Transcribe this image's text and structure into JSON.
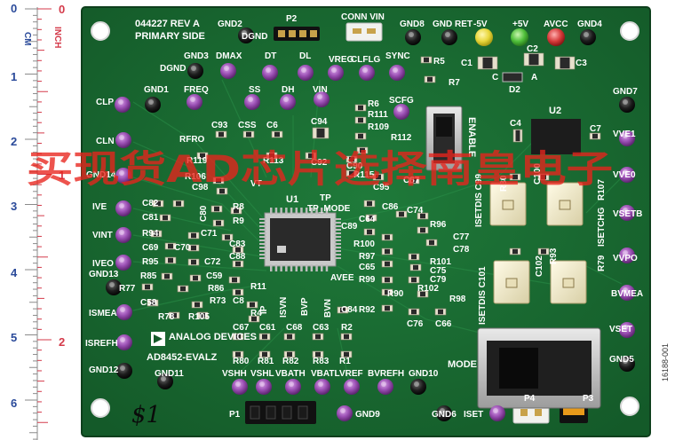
{
  "image": {
    "ruler": {
      "cm_unit": "CM",
      "inch_unit": "INCH",
      "cm_numbers": [
        "0",
        "1",
        "2",
        "3",
        "4",
        "5",
        "6"
      ],
      "inch_numbers": [
        "0",
        "1",
        "2"
      ]
    },
    "board": {
      "part_number": "044227 REV A",
      "side": "PRIMARY SIDE",
      "brand": "ANALOG DEVICES",
      "board_name": "AD8452-EVALZ",
      "figure_id": "16188-001",
      "handwritten_mark": "$1"
    },
    "watermark": "买现货AD芯片选择南皇电子",
    "chips": {
      "main": "U1",
      "secondary": "U2"
    },
    "switch_labels": {
      "enable": "ENABLE",
      "mode": "MODE"
    },
    "labels": [
      {
        "id": "gnd2",
        "text": "GND2"
      },
      {
        "id": "dgnd-top",
        "text": "DGND"
      },
      {
        "id": "p2",
        "text": "P2"
      },
      {
        "id": "conn-vin",
        "text": "CONN VIN"
      },
      {
        "id": "gnd8",
        "text": "GND8"
      },
      {
        "id": "gnd-ret",
        "text": "GND RET"
      },
      {
        "id": "neg5v",
        "text": "-5V"
      },
      {
        "id": "pos5v",
        "text": "+5V"
      },
      {
        "id": "avcc",
        "text": "AVCC"
      },
      {
        "id": "gnd4",
        "text": "GND4"
      },
      {
        "id": "gnd3",
        "text": "GND3"
      },
      {
        "id": "dmax",
        "text": "DMAX"
      },
      {
        "id": "dt",
        "text": "DT"
      },
      {
        "id": "dl",
        "text": "DL"
      },
      {
        "id": "vreg",
        "text": "VREG"
      },
      {
        "id": "clflg",
        "text": "CLFLG"
      },
      {
        "id": "sync",
        "text": "SYNC"
      },
      {
        "id": "r5",
        "text": "R5"
      },
      {
        "id": "c1",
        "text": "C1"
      },
      {
        "id": "c2",
        "text": "C2"
      },
      {
        "id": "c3",
        "text": "C3"
      },
      {
        "id": "c-lbl",
        "text": "C"
      },
      {
        "id": "a-lbl",
        "text": "A"
      },
      {
        "id": "d2",
        "text": "D2"
      },
      {
        "id": "dgnd-left",
        "text": "DGND"
      },
      {
        "id": "r7",
        "text": "R7"
      },
      {
        "id": "gnd1",
        "text": "GND1"
      },
      {
        "id": "freq",
        "text": "FREQ"
      },
      {
        "id": "ss",
        "text": "SS"
      },
      {
        "id": "dh",
        "text": "DH"
      },
      {
        "id": "vin",
        "text": "VIN"
      },
      {
        "id": "r6",
        "text": "R6"
      },
      {
        "id": "r111",
        "text": "R111"
      },
      {
        "id": "scfg",
        "text": "SCFG"
      },
      {
        "id": "gnd7",
        "text": "GND7"
      },
      {
        "id": "clp",
        "text": "CLP"
      },
      {
        "id": "c93",
        "text": "C93"
      },
      {
        "id": "css",
        "text": "CSS"
      },
      {
        "id": "c6",
        "text": "C6"
      },
      {
        "id": "c94",
        "text": "C94"
      },
      {
        "id": "r109",
        "text": "R109"
      },
      {
        "id": "c4",
        "text": "C4"
      },
      {
        "id": "c7",
        "text": "C7"
      },
      {
        "id": "rfro",
        "text": "RFRO"
      },
      {
        "id": "r112",
        "text": "R112"
      },
      {
        "id": "vve1",
        "text": "VVE1"
      },
      {
        "id": "cln",
        "text": "CLN"
      },
      {
        "id": "r119",
        "text": "R119"
      },
      {
        "id": "r113",
        "text": "R113"
      },
      {
        "id": "c92",
        "text": "C92"
      },
      {
        "id": "c90",
        "text": "C90"
      },
      {
        "id": "isetdis-c99",
        "text": "ISETDIS C99"
      },
      {
        "id": "r30",
        "text": "R30"
      },
      {
        "id": "c100",
        "text": "C100"
      },
      {
        "id": "r107",
        "text": "R107"
      },
      {
        "id": "gnd14",
        "text": "GND14"
      },
      {
        "id": "r106",
        "text": "R106"
      },
      {
        "id": "vt",
        "text": "VT"
      },
      {
        "id": "r115",
        "text": "R115"
      },
      {
        "id": "c95",
        "text": "C95"
      },
      {
        "id": "c87",
        "text": "C87"
      },
      {
        "id": "vveo",
        "text": "VVE0"
      },
      {
        "id": "c98",
        "text": "C98"
      },
      {
        "id": "tp",
        "text": "TP"
      },
      {
        "id": "ive",
        "text": "IVE"
      },
      {
        "id": "c82",
        "text": "C82"
      },
      {
        "id": "r8",
        "text": "R8"
      },
      {
        "id": "c80",
        "text": "C80"
      },
      {
        "id": "tp-mode",
        "text": "TP_MODE"
      },
      {
        "id": "c86",
        "text": "C86"
      },
      {
        "id": "isetchg",
        "text": "ISETCHG"
      },
      {
        "id": "c81",
        "text": "C81"
      },
      {
        "id": "r9",
        "text": "R9"
      },
      {
        "id": "c64",
        "text": "C64"
      },
      {
        "id": "c74",
        "text": "C74"
      },
      {
        "id": "vsetb",
        "text": "VSETB"
      },
      {
        "id": "vint",
        "text": "VINT"
      },
      {
        "id": "r94",
        "text": "R94"
      },
      {
        "id": "c71",
        "text": "C71"
      },
      {
        "id": "c89",
        "text": "C89"
      },
      {
        "id": "r96",
        "text": "R96"
      },
      {
        "id": "c77",
        "text": "C77"
      },
      {
        "id": "c69",
        "text": "C69"
      },
      {
        "id": "c70",
        "text": "C70"
      },
      {
        "id": "c83",
        "text": "C83"
      },
      {
        "id": "r100",
        "text": "R100"
      },
      {
        "id": "c78",
        "text": "C78"
      },
      {
        "id": "ive0",
        "text": "IVEO"
      },
      {
        "id": "r95",
        "text": "R95"
      },
      {
        "id": "c72",
        "text": "C72"
      },
      {
        "id": "c88",
        "text": "C88"
      },
      {
        "id": "r97",
        "text": "R97"
      },
      {
        "id": "r101",
        "text": "R101"
      },
      {
        "id": "vvpo",
        "text": "VVPO"
      },
      {
        "id": "gnd13",
        "text": "GND13"
      },
      {
        "id": "r85",
        "text": "R85"
      },
      {
        "id": "c59",
        "text": "C59"
      },
      {
        "id": "c65",
        "text": "C65"
      },
      {
        "id": "c75",
        "text": "C75"
      },
      {
        "id": "r79",
        "text": "R79"
      },
      {
        "id": "isetdis-c101",
        "text": "ISETDIS C101"
      },
      {
        "id": "c102",
        "text": "C102"
      },
      {
        "id": "r93",
        "text": "R93"
      },
      {
        "id": "r77",
        "text": "R77"
      },
      {
        "id": "r86",
        "text": "R86"
      },
      {
        "id": "r11",
        "text": "R11"
      },
      {
        "id": "r99",
        "text": "R99"
      },
      {
        "id": "c79",
        "text": "C79"
      },
      {
        "id": "bvmea",
        "text": "BVMEA"
      },
      {
        "id": "c58",
        "text": "C58"
      },
      {
        "id": "r73",
        "text": "R73"
      },
      {
        "id": "avee",
        "text": "AVEE"
      },
      {
        "id": "r102",
        "text": "R102"
      },
      {
        "id": "ismea",
        "text": "ISMEA"
      },
      {
        "id": "c8",
        "text": "C8"
      },
      {
        "id": "r4",
        "text": "R4"
      },
      {
        "id": "ip",
        "text": "IP"
      },
      {
        "id": "isvn",
        "text": "ISVN"
      },
      {
        "id": "bvp",
        "text": "BVP"
      },
      {
        "id": "bvn",
        "text": "BVN"
      },
      {
        "id": "r90",
        "text": "R90"
      },
      {
        "id": "r98",
        "text": "R98"
      },
      {
        "id": "r78",
        "text": "R78"
      },
      {
        "id": "r105",
        "text": "R105"
      },
      {
        "id": "c84",
        "text": "C84"
      },
      {
        "id": "r92",
        "text": "R92"
      },
      {
        "id": "c76",
        "text": "C76"
      },
      {
        "id": "c66",
        "text": "C66"
      },
      {
        "id": "c67",
        "text": "C67"
      },
      {
        "id": "c61",
        "text": "C61"
      },
      {
        "id": "c68",
        "text": "C68"
      },
      {
        "id": "c63",
        "text": "C63"
      },
      {
        "id": "r2",
        "text": "R2"
      },
      {
        "id": "vset",
        "text": "VSET"
      },
      {
        "id": "isrefh",
        "text": "ISREFH"
      },
      {
        "id": "r80",
        "text": "R80"
      },
      {
        "id": "r81",
        "text": "R81"
      },
      {
        "id": "r82",
        "text": "R82"
      },
      {
        "id": "r83",
        "text": "R83"
      },
      {
        "id": "r1",
        "text": "R1"
      },
      {
        "id": "gnd5",
        "text": "GND5"
      },
      {
        "id": "gnd12",
        "text": "GND12"
      },
      {
        "id": "gnd11",
        "text": "GND11"
      },
      {
        "id": "vshh",
        "text": "VSHH"
      },
      {
        "id": "vshl",
        "text": "VSHL"
      },
      {
        "id": "vbath",
        "text": "VBATH"
      },
      {
        "id": "vbatl",
        "text": "VBATL"
      },
      {
        "id": "vref",
        "text": "VREF"
      },
      {
        "id": "bvrefh",
        "text": "BVREFH"
      },
      {
        "id": "gnd10",
        "text": "GND10"
      },
      {
        "id": "p3",
        "text": "P3"
      },
      {
        "id": "p1",
        "text": "P1"
      },
      {
        "id": "gnd9",
        "text": "GND9"
      },
      {
        "id": "gnd6",
        "text": "GND6"
      },
      {
        "id": "iset",
        "text": "ISET"
      },
      {
        "id": "p4",
        "text": "P4"
      }
    ]
  }
}
